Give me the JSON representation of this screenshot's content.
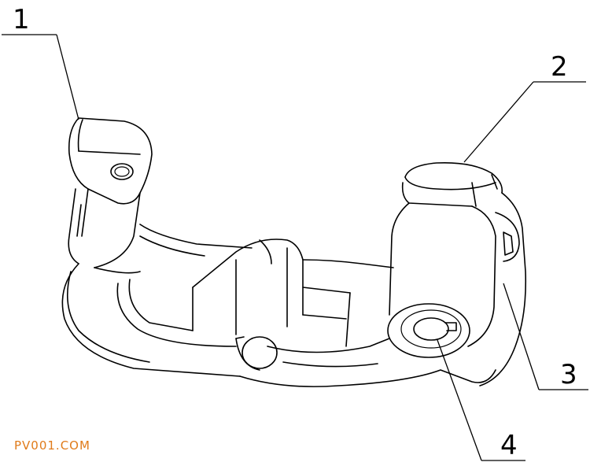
{
  "labels": [
    "1",
    "2",
    "3",
    "4"
  ],
  "watermark": "PV001.COM",
  "colors": {
    "line": "#000000",
    "watermark": "#e07b1a",
    "background": "#ffffff"
  }
}
